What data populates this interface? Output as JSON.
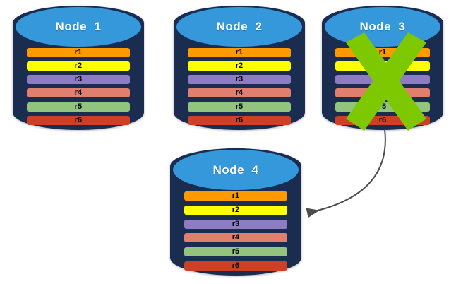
{
  "diagram": {
    "title": "Node replication and failover diagram",
    "background_color": "#ffffff",
    "node_body_color": "#1b2c51",
    "node_top_color": "#3498db",
    "x_mark_color": "#7dc800",
    "arrow_color": "#4d4d4d",
    "row_labels": [
      "r1",
      "r2",
      "r3",
      "r4",
      "r5",
      "r6"
    ],
    "row_colors": [
      "#ff9900",
      "#ffff00",
      "#8e7cc3",
      "#e07f6e",
      "#93c47d",
      "#cc4125"
    ],
    "nodes": [
      {
        "id": "node-1",
        "label": "Node  1",
        "failed": false
      },
      {
        "id": "node-2",
        "label": "Node  2",
        "failed": false
      },
      {
        "id": "node-3",
        "label": "Node  3",
        "failed": true
      },
      {
        "id": "node-4",
        "label": "Node  4",
        "failed": false
      }
    ],
    "annotations": {
      "failure_marker": "x-mark",
      "failover_arrow": "node-3-to-node-4"
    }
  }
}
